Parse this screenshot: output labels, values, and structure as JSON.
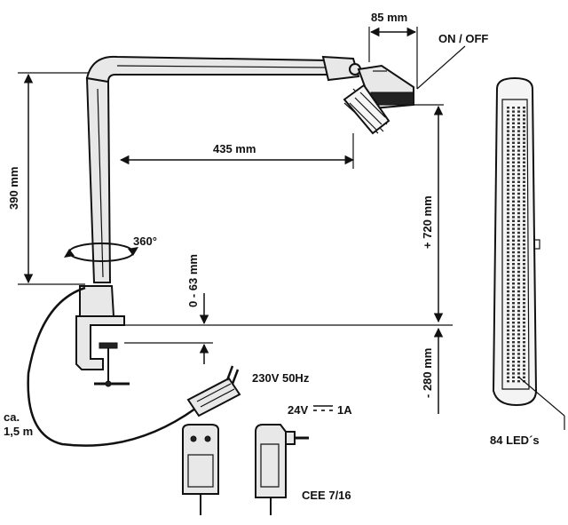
{
  "labels": {
    "width_head": "85 mm",
    "on_off": "ON / OFF",
    "arm_length": "435 mm",
    "height_arm": "390 mm",
    "rotation": "360°",
    "clamp_range": "0 - 63 mm",
    "lamp_length": "+ 720 mm",
    "below": "- 280 mm",
    "power_in": "230V  50Hz",
    "power_out": "24V",
    "power_current": "1A",
    "cable_ca": "ca.",
    "cable_len": "1,5 m",
    "plug": "CEE 7/16",
    "leds": "84 LED´s"
  },
  "colors": {
    "line": "#111111",
    "fill": "#e8e8e8",
    "led": "#333333"
  }
}
